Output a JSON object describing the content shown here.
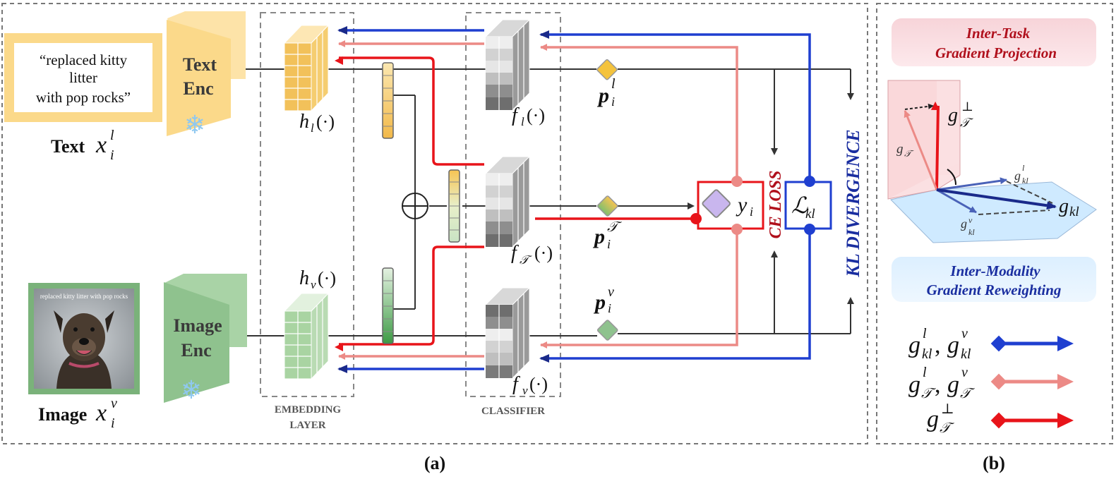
{
  "panel_a": {
    "caption": "(a)",
    "text_input": {
      "lines": [
        "“replaced kitty",
        "litter",
        "with pop rocks”"
      ],
      "label_word": "Text",
      "label_var": "x",
      "label_sub": "i",
      "label_sup": "l"
    },
    "image_input": {
      "meme_caption": "replaced kitty litter  with pop rocks",
      "label_word": "Image",
      "label_var": "x",
      "label_sub": "i",
      "label_sup": "v"
    },
    "text_encoder": {
      "line1": "Text",
      "line2": "Enc"
    },
    "image_encoder": {
      "line1": "Image",
      "line2": "Enc"
    },
    "embedding_layer": {
      "title_line1": "EMBEDDING",
      "title_line2": "LAYER",
      "h_text": {
        "main": "h",
        "sub": "l",
        "arg": "(·)"
      },
      "h_image": {
        "main": "h",
        "sub": "v",
        "arg": "(·)"
      }
    },
    "classifier": {
      "title": "CLASSIFIER",
      "f_text": {
        "main": "f",
        "sub": "l",
        "arg": "(·)"
      },
      "f_fused": {
        "main": "f",
        "sub": "𝒯",
        "arg": "(·)"
      },
      "f_image": {
        "main": "f",
        "sub": "v",
        "arg": "(·)"
      }
    },
    "predictions": {
      "p_text": {
        "main": "p",
        "sub": "i",
        "sup": "l"
      },
      "p_fused": {
        "main": "p",
        "sub": "i",
        "sup": "𝒯"
      },
      "p_image": {
        "main": "p",
        "sub": "i",
        "sup": "v"
      }
    },
    "target": {
      "main": "y",
      "sub": "i"
    },
    "kl_box": {
      "main": "ℒ",
      "sub": "kl"
    },
    "ce_loss_label": "CE LOSS",
    "kl_divergence_label": "KL DIVERGENCE"
  },
  "panel_b": {
    "caption": "(b)",
    "inter_task": {
      "line1": "Inter-Task",
      "line2": "Gradient Projection"
    },
    "inter_modality": {
      "line1": "Inter-Modality",
      "line2": "Gradient Reweighting"
    },
    "vectors": {
      "g_perp": {
        "main": "g",
        "sub": "𝒯",
        "sup": "⊥"
      },
      "g_T": {
        "main": "g",
        "sub": "𝒯"
      },
      "g_kl_l": {
        "main": "g",
        "sub": "kl",
        "sup": "l"
      },
      "g_kl_v": {
        "main": "g",
        "sub": "kl",
        "sup": "v"
      },
      "g_kl": {
        "main": "g",
        "sub": "kl"
      }
    },
    "legend": [
      {
        "main1": "g",
        "sup1": "l",
        "sub1": "kl",
        "sep": ", ",
        "main2": "g",
        "sup2": "v",
        "sub2": "kl",
        "color": "#1f3fd0"
      },
      {
        "main1": "g",
        "sup1": "l",
        "sub1": "𝒯",
        "sep": ", ",
        "main2": "g",
        "sup2": "v",
        "sub2": "𝒯",
        "color": "#ec8a86"
      },
      {
        "main1": "g",
        "sup1": "⊥",
        "sub1": "𝒯",
        "sep": "",
        "main2": "",
        "sup2": "",
        "sub2": "",
        "color": "#e8141a"
      }
    ]
  },
  "colors": {
    "blue": "#1f3fd0",
    "pink": "#ec8a86",
    "red": "#e8141a",
    "text_yellow": "#fbd98a",
    "image_green": "#8fc28e",
    "dark_red_text": "#b0101c",
    "dark_blue_text": "#1a2ea0"
  }
}
